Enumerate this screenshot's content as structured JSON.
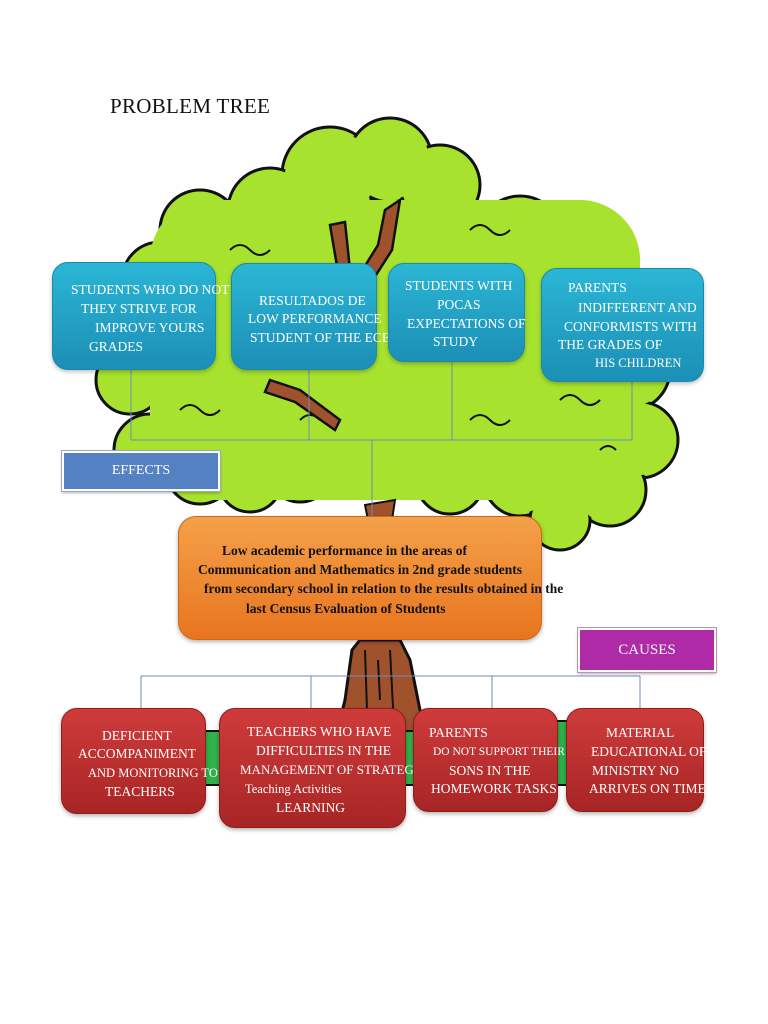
{
  "title": "PROBLEM TREE",
  "labels": {
    "effects": "EFFECTS",
    "causes": "CAUSES"
  },
  "effects": [
    {
      "lines": [
        "STUDENTS WHO DO NOT",
        "THEY STRIVE FOR",
        "IMPROVE YOURS",
        "GRADES"
      ]
    },
    {
      "lines": [
        "RESULTADOS DE",
        "LOW PERFORMANCE",
        "STUDENT OF THE ECE"
      ]
    },
    {
      "lines": [
        "STUDENTS WITH",
        "POCAS",
        "EXPECTATIONS OF",
        "STUDY"
      ]
    },
    {
      "lines": [
        "PARENTS",
        "INDIFFERENT AND",
        "CONFORMISTS WITH",
        "THE GRADES OF",
        "HIS CHILDREN"
      ]
    }
  ],
  "problem": {
    "lines": [
      "Low academic performance in the areas of",
      "Communication and Mathematics in 2nd grade students",
      "from secondary school in relation to the results obtained in the",
      "last Census Evaluation of Students"
    ]
  },
  "causes": [
    {
      "lines": [
        "DEFICIENT",
        "ACCOMPANIMENT",
        "AND MONITORING TO",
        "TEACHERS"
      ]
    },
    {
      "lines": [
        "TEACHERS WHO HAVE",
        "DIFFICULTIES IN THE",
        "MANAGEMENT OF STRATEGIES",
        "Teaching Activities",
        "LEARNING"
      ]
    },
    {
      "lines": [
        "PARENTS",
        "DO NOT SUPPORT THEIR",
        "SONS IN THE",
        "HOMEWORK TASKS"
      ]
    },
    {
      "lines": [
        "MATERIAL",
        "EDUCATIONAL OF",
        "MINISTRY NO",
        "ARRIVES ON TIME"
      ]
    }
  ],
  "colors": {
    "effect_box": "#2ba6cc",
    "cause_box": "#c13232",
    "problem_box": "#ee8530",
    "effects_label": "#5381c2",
    "causes_label": "#ae2aa6",
    "foliage": "#a6e22e",
    "trunk": "#a0522d"
  }
}
